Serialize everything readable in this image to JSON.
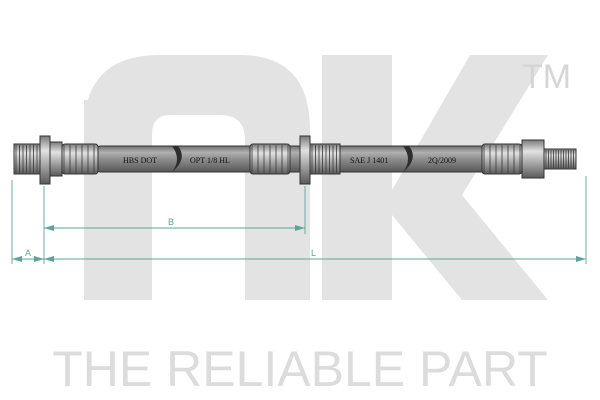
{
  "brand": {
    "logo_letters": "nk",
    "trademark": "TM",
    "tagline": "THE RELIABLE PART",
    "watermark_color": "#e3e3e3",
    "tagline_color": "#dcdcdc"
  },
  "diagram": {
    "hose_labels": [
      "HBS DOT",
      "OPT 1/8 HL",
      "SAE J 1401",
      "2Q/2009"
    ],
    "dimensions": {
      "a": "A",
      "b": "B",
      "l": "L"
    },
    "dimension_color": "#5fa39a",
    "hose_color": "#8d8d8d",
    "metal_color": "#b8b8b8"
  }
}
